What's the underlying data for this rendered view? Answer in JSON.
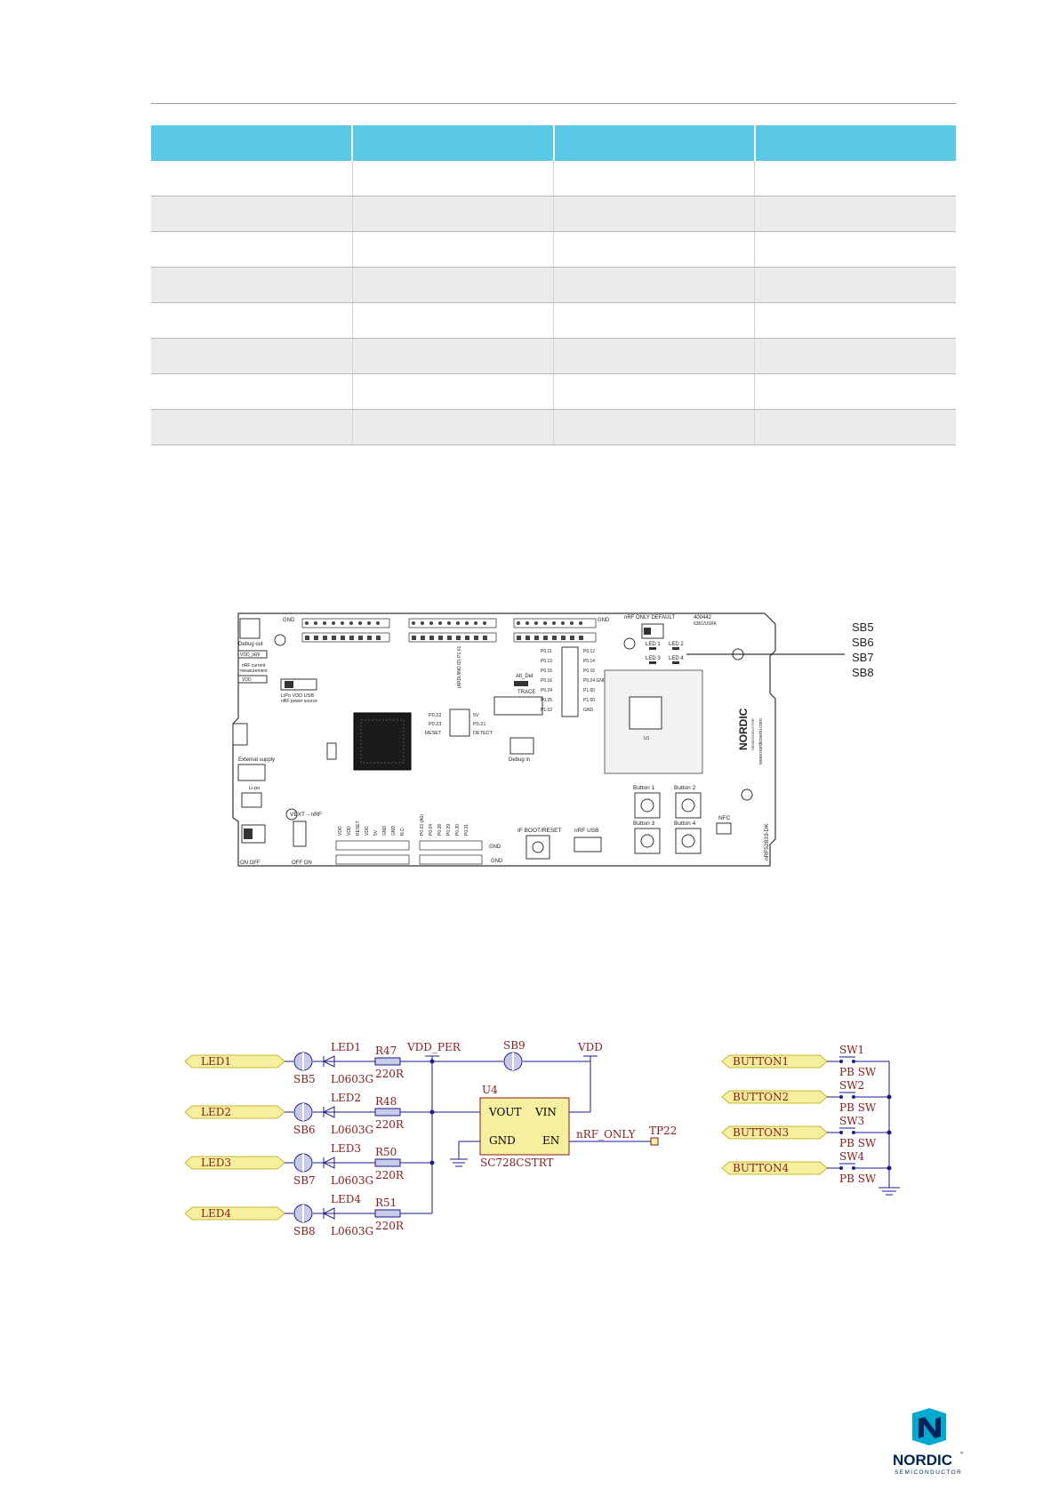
{
  "table": {
    "headers": [
      "",
      "",
      "",
      ""
    ],
    "rows": [
      [
        "",
        "",
        "",
        ""
      ],
      [
        "",
        "",
        "",
        ""
      ],
      [
        "",
        "",
        "",
        ""
      ],
      [
        "",
        "",
        "",
        ""
      ],
      [
        "",
        "",
        "",
        ""
      ],
      [
        "",
        "",
        "",
        ""
      ],
      [
        "",
        "",
        "",
        ""
      ],
      [
        "",
        "",
        "",
        ""
      ]
    ]
  },
  "board": {
    "callouts": [
      "SB5",
      "SB6",
      "SB7",
      "SB8"
    ],
    "labels": {
      "nrf_only_default": "nRF ONLY DEFAULT",
      "pca": "400442",
      "pca2": "6361/U1RK",
      "gnd_top": "GND",
      "gnd_top2": "GND",
      "debug_out": "Debug out",
      "vdd_nrf": "VDD_nRF",
      "nrf_current": "nRF current",
      "measurement": "measurement",
      "vdd": "VDD",
      "lips": "LiPo VDD USB",
      "nrf_power_source": "nRF power source",
      "external_supply": "External supply",
      "li_po": "Li-po",
      "vext": "VEXT→nRF",
      "off_on": "OFF   ON",
      "on_off": "ON    OFF",
      "led1": "LED 1",
      "led2": "LED 2",
      "led3": "LED 3",
      "led4": "LED 4",
      "alt_det": "Alt_Det",
      "trace": "TRACE",
      "debug_in": "Debug in",
      "reset": "RESET",
      "detect": "DETECT",
      "if_boot": "IF BOOT/RESET",
      "nrf_usb": "nRF USB",
      "button1": "Button 1",
      "button2": "Button 2",
      "button3": "Button 3",
      "button4": "Button 4",
      "nfc": "NFC",
      "nordic": "NORDIC",
      "semiconductor": "SEMICONDUCTOR",
      "website": "www.nordicsemi.com",
      "model": "nRF52833-DK",
      "u1": "U1",
      "arduino": "(ARDUINO ID) P1.01",
      "gnd_bottom": "GND",
      "gnd_bottom2": "GND",
      "p0_22": "P0.22",
      "p0_23": "P0.23",
      "p0_21": "P0.21",
      "v5": "5V",
      "port_left": [
        "P0.11",
        "P0.13",
        "P0.15",
        "P0.16",
        "P0.24",
        "P0.25",
        "P1.02"
      ],
      "port_right": [
        "P0.12",
        "P0.14",
        "P0.16",
        "P0.24 GND",
        "P1.00",
        "P1.00",
        "GND"
      ],
      "bottom_pins": [
        "VDD",
        "VDD",
        "RESET",
        "VDD",
        "5V",
        "GND",
        "GND",
        "N.C.",
        "P0.03 (A0)",
        "P0.04",
        "P0.28",
        "P0.29",
        "P0.30",
        "P0.31"
      ]
    }
  },
  "schematic": {
    "leds": [
      {
        "net": "LED1",
        "sb": "SB5",
        "led": "LED1",
        "part": "L0603G",
        "res": "R47",
        "val": "220R"
      },
      {
        "net": "LED2",
        "sb": "SB6",
        "led": "LED2",
        "part": "L0603G",
        "res": "R48",
        "val": "220R"
      },
      {
        "net": "LED3",
        "sb": "SB7",
        "led": "LED3",
        "part": "L0603G",
        "res": "R50",
        "val": "220R"
      },
      {
        "net": "LED4",
        "sb": "SB8",
        "led": "LED4",
        "part": "L0603G",
        "res": "R51",
        "val": "220R"
      }
    ],
    "vdd_per": "VDD_PER",
    "vdd": "VDD",
    "sb9": "SB9",
    "u4": "U4",
    "vout": "VOUT",
    "vin": "VIN",
    "gnd": "GND",
    "en": "EN",
    "ic": "SC728CSTRT",
    "nrf_only": "nRF_ONLY",
    "tp22": "TP22",
    "buttons": [
      {
        "net": "BUTTON1",
        "sw": "SW1",
        "type": "PB SW"
      },
      {
        "net": "BUTTON2",
        "sw": "SW2",
        "type": "PB SW"
      },
      {
        "net": "BUTTON3",
        "sw": "SW3",
        "type": "PB SW"
      },
      {
        "net": "BUTTON4",
        "sw": "SW4",
        "type": "PB SW"
      }
    ]
  },
  "logo": {
    "name": "NORDIC",
    "sub": "SEMICONDUCTOR",
    "mark": "°"
  },
  "colors": {
    "table_header": "#5bc8e6",
    "row_shade": "#ebebeb",
    "schematic_wire": "#1a1a8c",
    "schematic_text": "#8b1a1a",
    "net_flag": "#f5ef9e",
    "nordic_blue": "#00a9ce",
    "nordic_navy": "#00225a"
  }
}
